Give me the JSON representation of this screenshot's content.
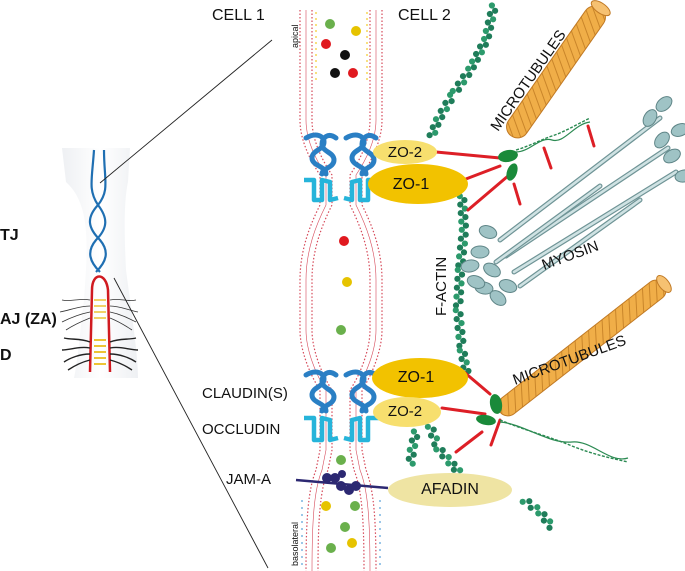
{
  "cells": {
    "left": "CELL 1",
    "right": "CELL 2"
  },
  "zones": {
    "apical": "apical",
    "basolateral": "basolateral"
  },
  "inset_labels": {
    "tj": "TJ",
    "aj": "AJ (ZA)",
    "d": "D"
  },
  "protein_labels": {
    "claudins": "CLAUDIN(S)",
    "occludin": "OCCLUDIN",
    "jam_a": "JAM-A",
    "f_actin": "F-ACTIN",
    "myosin": "MYOSIN",
    "microtubules_top": "MICROTUBULES",
    "microtubules_bottom": "MICROTUBULES"
  },
  "pills": {
    "zo2_top": "ZO-2",
    "zo1_top": "ZO-1",
    "zo1_bottom": "ZO-1",
    "zo2_bottom": "ZO-2",
    "afadin": "AFADIN"
  },
  "colors": {
    "zo1": "#f2c200",
    "zo2": "#f7df6e",
    "afadin": "#efe4a3",
    "claudin": "#2a7fc4",
    "occludin": "#26b4da",
    "jam": "#2c2872",
    "actin": "#1f7d5a",
    "microtubule": "#e8a23a",
    "myosin": "#9fc3c5",
    "link": "#dd1f26",
    "membrane": "#d64a5a"
  }
}
